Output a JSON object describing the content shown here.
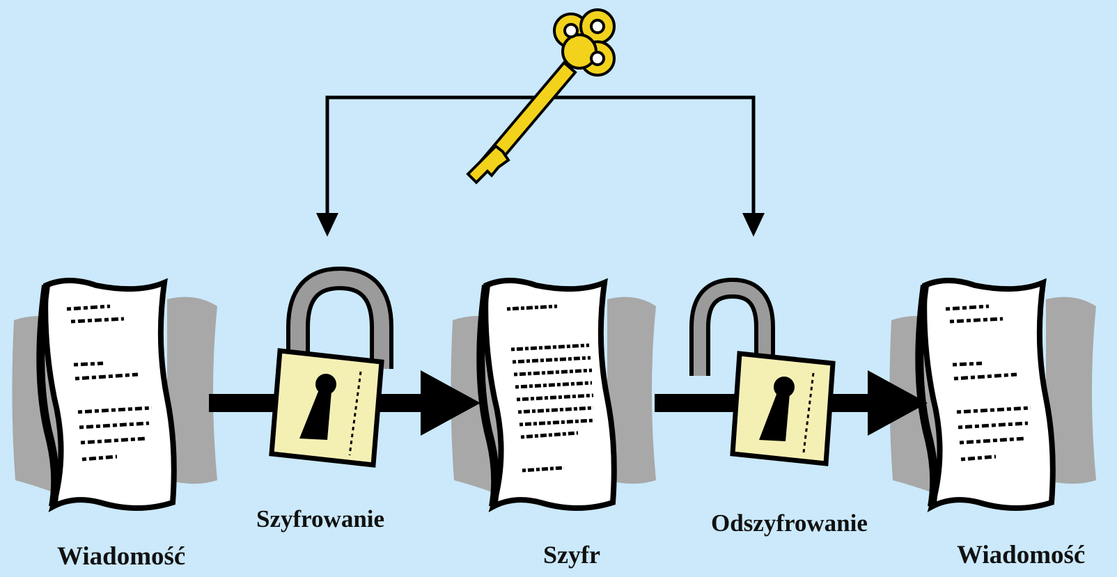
{
  "labels": {
    "message_left": "Wiadomość",
    "encryption": "Szyfrowanie",
    "cipher": "Szyfr",
    "decryption": "Odszyfrowanie",
    "message_right": "Wiadomość"
  },
  "icons": {
    "key": "key-icon",
    "locked_padlock": "padlock-closed-icon",
    "open_padlock": "padlock-open-icon",
    "document": "document-icon"
  },
  "colors": {
    "background": "#cbe9fb",
    "key": "#f2d21b",
    "padlock_body": "#f4f0b4",
    "shackle": "#9b9b9b",
    "shadow": "#a8a8a8",
    "ink": "#000000"
  }
}
